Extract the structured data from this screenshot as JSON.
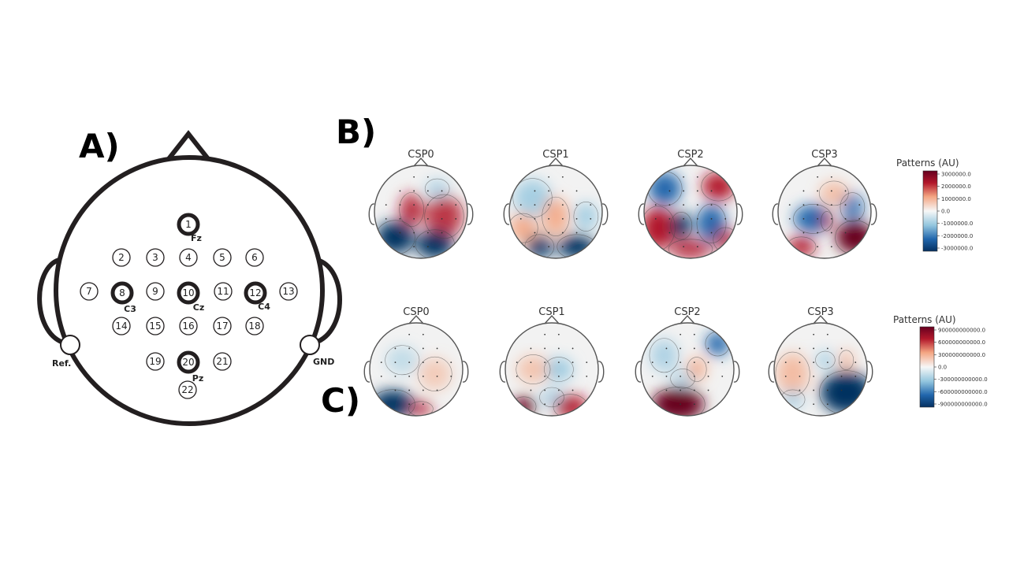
{
  "panels": {
    "a": "A)",
    "b": "B)",
    "c": "C)"
  },
  "montage": {
    "electrodes": [
      {
        "n": "1",
        "label": "Fz",
        "highlight": true
      },
      {
        "n": "2",
        "label": "",
        "highlight": false
      },
      {
        "n": "3",
        "label": "",
        "highlight": false
      },
      {
        "n": "4",
        "label": "",
        "highlight": false
      },
      {
        "n": "5",
        "label": "",
        "highlight": false
      },
      {
        "n": "6",
        "label": "",
        "highlight": false
      },
      {
        "n": "7",
        "label": "",
        "highlight": false
      },
      {
        "n": "8",
        "label": "C3",
        "highlight": true
      },
      {
        "n": "9",
        "label": "",
        "highlight": false
      },
      {
        "n": "10",
        "label": "Cz",
        "highlight": true
      },
      {
        "n": "11",
        "label": "",
        "highlight": false
      },
      {
        "n": "12",
        "label": "C4",
        "highlight": true
      },
      {
        "n": "13",
        "label": "",
        "highlight": false
      },
      {
        "n": "14",
        "label": "",
        "highlight": false
      },
      {
        "n": "15",
        "label": "",
        "highlight": false
      },
      {
        "n": "16",
        "label": "",
        "highlight": false
      },
      {
        "n": "17",
        "label": "",
        "highlight": false
      },
      {
        "n": "18",
        "label": "",
        "highlight": false
      },
      {
        "n": "19",
        "label": "",
        "highlight": false
      },
      {
        "n": "20",
        "label": "Pz",
        "highlight": true
      },
      {
        "n": "21",
        "label": "",
        "highlight": false
      },
      {
        "n": "22",
        "label": "",
        "highlight": false
      }
    ],
    "ref_label": "Ref.",
    "gnd_label": "GND"
  },
  "topomaps_b": {
    "titles": [
      "CSP0",
      "CSP1",
      "CSP2",
      "CSP3"
    ],
    "colorbar_title": "Patterns (AU)",
    "colorbar_ticks": [
      "3000000.0",
      "2000000.0",
      "1000000.0",
      "0.0",
      "-1000000.0",
      "-2000000.0",
      "-3000000.0"
    ]
  },
  "topomaps_c": {
    "titles": [
      "CSP0",
      "CSP1",
      "CSP2",
      "CSP3"
    ],
    "colorbar_title": "Patterns (AU)",
    "colorbar_ticks": [
      "900000000000.0",
      "600000000000.0",
      "300000000000.0",
      "0.0",
      "-300000000000.0",
      "-600000000000.0",
      "-900000000000.0"
    ]
  },
  "colors": {
    "diverging_red": "#b2182b",
    "diverging_blue": "#2166ac",
    "dark_red": "#67001f",
    "dark_blue": "#053061",
    "white": "#f7f7f7"
  }
}
